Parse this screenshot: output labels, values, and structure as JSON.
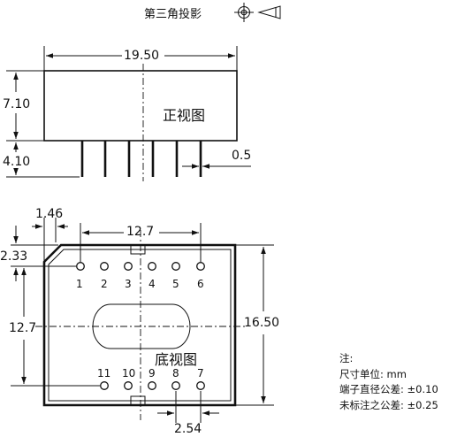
{
  "projection": {
    "label": "第三角投影",
    "symbol": "third-angle-projection-icon"
  },
  "front_view": {
    "title": "正视图",
    "dims": {
      "width": "19.50",
      "height": "7.10",
      "pin_length": "4.10",
      "pin_width": "0.5"
    }
  },
  "bottom_view": {
    "title": "底视图",
    "dims": {
      "offset_x": "1.46",
      "pin_span_x": "12.7",
      "offset_y": "2.33",
      "pin_span_y": "12.7",
      "height": "16.50",
      "pitch": "2.54"
    },
    "top_pins": [
      "1",
      "2",
      "3",
      "4",
      "5",
      "6"
    ],
    "bottom_pins": [
      "11",
      "10",
      "9",
      "8",
      "7"
    ]
  },
  "notes": {
    "heading": "注:",
    "line1": "尺寸单位: mm",
    "line2": "端子直径公差: ±0.10",
    "line3": "未标注之公差: ±0.25"
  }
}
